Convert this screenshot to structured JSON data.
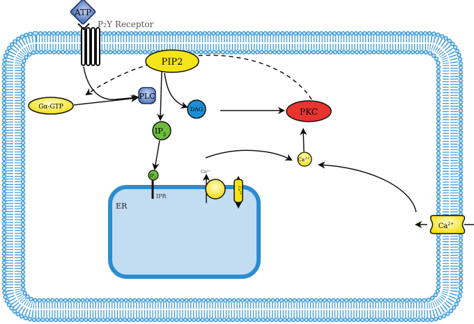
{
  "labels": {
    "atp": "ATP",
    "receptor_p": "P",
    "receptor_sub": "2",
    "receptor_rest": "Y Receptor",
    "pip2": "PIP2",
    "plc": "PLC",
    "ga_gtp": "Gα-GTP",
    "dag": "DAG",
    "ip3_main": "IP",
    "ip3_sub": "3",
    "ip3_small": "IP",
    "ip3_small_sub": "3",
    "ipr": "IPR",
    "er": "ER",
    "pkc": "PKC",
    "ca_cyto": "Ca",
    "ca_cyto_sup": "2+",
    "ca_channel": "Ca",
    "ca_channel_sup": "2+",
    "ca_pump": "Ca",
    "ca_pump_sup": "2+",
    "er_channel": "Ca",
    "er_channel_sup": "2+"
  },
  "colors": {
    "membrane": "#3d9ad8",
    "membrane_head_fill": "#cfe6f7",
    "er_fill": "#c2dcf2",
    "er_stroke": "#2b8ccf",
    "yellow": "#f6e41a",
    "green": "#6cbb3c",
    "dag_blue": "#1b8fd6",
    "pkc_red": "#e8352f",
    "plc_blue": "#6f93d0",
    "atp_blue": "#5b84c9"
  }
}
